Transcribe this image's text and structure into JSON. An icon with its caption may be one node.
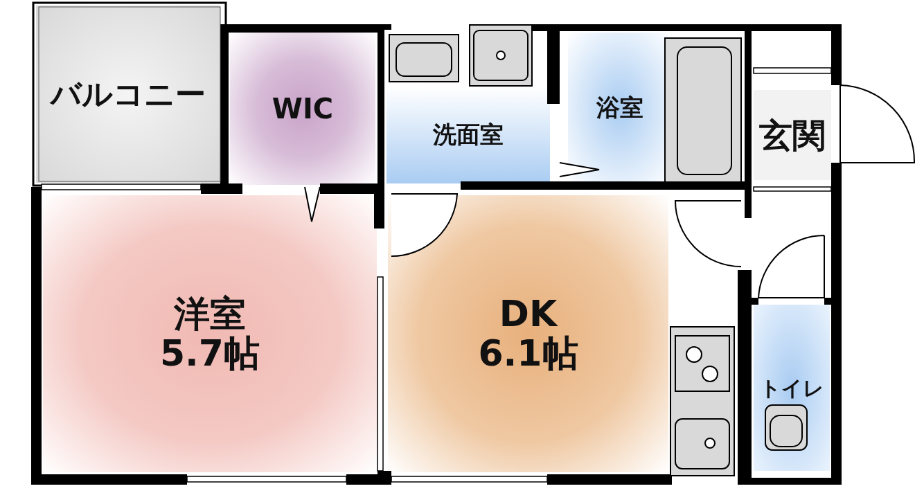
{
  "diagram": {
    "nodes": [
      {
        "text": [
          "バルコニー"
        ]
      },
      {
        "text": [
          "WIC"
        ]
      },
      {
        "text": [
          "洗面室"
        ]
      },
      {
        "text": [
          "浴室"
        ]
      },
      {
        "text": [
          "玄関"
        ]
      },
      {
        "text": [
          "洋室",
          "5.7帖"
        ]
      },
      {
        "text": [
          "DK",
          "6.1帖"
        ]
      },
      {
        "text": [
          "トイレ"
        ]
      }
    ]
  }
}
